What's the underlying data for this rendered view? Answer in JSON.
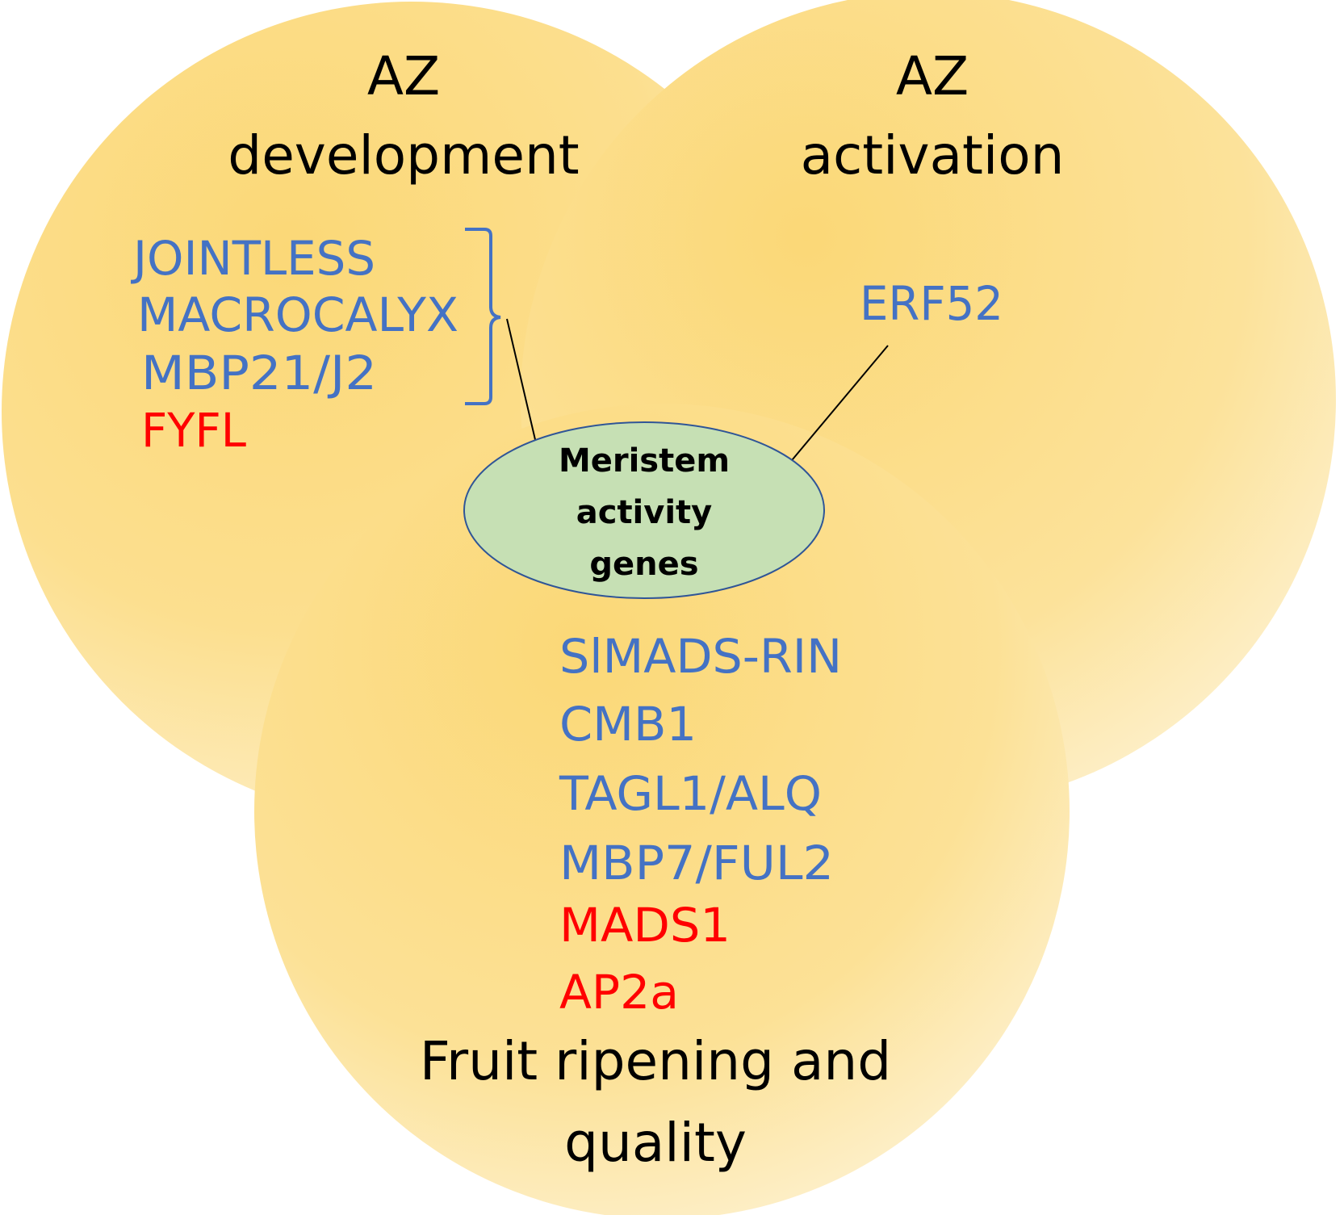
{
  "colors": {
    "circle_fill": "#fbd877",
    "circle_fill_light": "#fef4d9",
    "positive_gene": "#4472c4",
    "negative_gene": "#ff0000",
    "ellipse_fill": "#c6e0b4",
    "ellipse_stroke": "#2f5597"
  },
  "circles": {
    "development": {
      "title_lines": [
        "AZ",
        "development"
      ]
    },
    "activation": {
      "title_lines": [
        "AZ",
        "activation"
      ]
    },
    "ripening": {
      "title_lines": [
        "Fruit ripening and",
        "quality"
      ]
    }
  },
  "genes": {
    "development": [
      {
        "name": "JOINTLESS",
        "color": "#4472c4"
      },
      {
        "name": "MACROCALYX",
        "color": "#4472c4"
      },
      {
        "name": "MBP21/J2",
        "color": "#4472c4"
      },
      {
        "name": "FYFL",
        "color": "#ff0000"
      }
    ],
    "activation": [
      {
        "name": "ERF52",
        "color": "#4472c4"
      }
    ],
    "ripening": [
      {
        "name": "SlMADS-RIN",
        "color": "#4472c4"
      },
      {
        "name": "CMB1",
        "color": "#4472c4"
      },
      {
        "name": "TAGL1/ALQ",
        "color": "#4472c4"
      },
      {
        "name": "MBP7/FUL2",
        "color": "#4472c4"
      },
      {
        "name": "MADS1",
        "color": "#ff0000"
      },
      {
        "name": "AP2a",
        "color": "#ff0000"
      }
    ]
  },
  "center": {
    "lines": [
      "Meristem",
      "activity",
      "genes"
    ]
  }
}
